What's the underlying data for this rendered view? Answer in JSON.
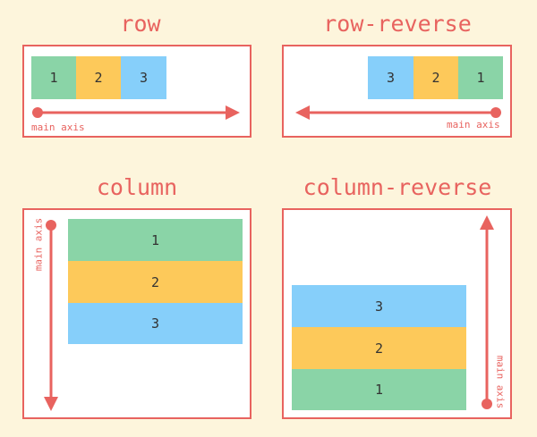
{
  "colors": {
    "background": "#fdf5dc",
    "accent": "#e8635f",
    "item_1": "#8ad4a7",
    "item_2": "#fdc95a",
    "item_3": "#86cffa"
  },
  "axis_label": "main axis",
  "panels": [
    {
      "title": "row",
      "items": [
        "1",
        "2",
        "3"
      ]
    },
    {
      "title": "row-reverse",
      "items": [
        "3",
        "2",
        "1"
      ]
    },
    {
      "title": "column",
      "items": [
        "1",
        "2",
        "3"
      ]
    },
    {
      "title": "column-reverse",
      "items": [
        "3",
        "2",
        "1"
      ]
    }
  ]
}
